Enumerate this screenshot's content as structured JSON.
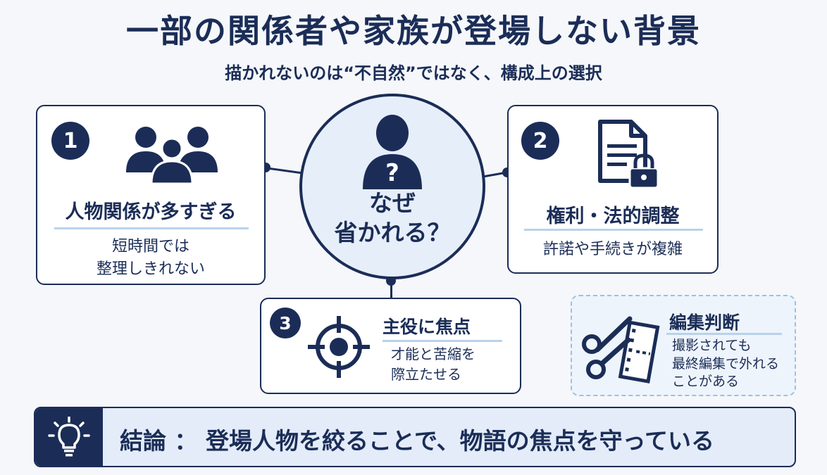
{
  "title": "一部の関係者や家族が登場しない背景",
  "subtitle": "描かれないのは“不自然”ではなく、構成上の選択",
  "center": {
    "lines": [
      "なぜ",
      "省かれる？"
    ],
    "icon": "person-question-icon"
  },
  "cards": [
    {
      "number": "1",
      "icon": "group-people-icon",
      "heading": "人物関係が多すぎる",
      "description_lines": [
        "短時間では",
        "整理しきれない"
      ]
    },
    {
      "number": "2",
      "icon": "document-lock-icon",
      "heading": "権利・法的調整",
      "description_lines": [
        "許諾や手続きが複雑"
      ]
    },
    {
      "number": "3",
      "icon": "target-icon",
      "heading": "主役に焦点",
      "description_lines": [
        "才能と苦縮を",
        "際立たせる"
      ]
    }
  ],
  "edit_card": {
    "icon": "scissors-film-icon",
    "heading": "編集判断",
    "description_lines": [
      "撮影されても",
      "最終編集で外れる",
      "ことがある"
    ]
  },
  "conclusion": {
    "icon": "lightbulb-icon",
    "text": "結論 ： 登場人物を絞ることで、物語の焦点を守っている"
  },
  "colors": {
    "navy": "#1b2d57",
    "light_blue": "#e6eef9",
    "accent_blue": "#b9d2ec",
    "dashed_border": "#9cc0e6"
  }
}
